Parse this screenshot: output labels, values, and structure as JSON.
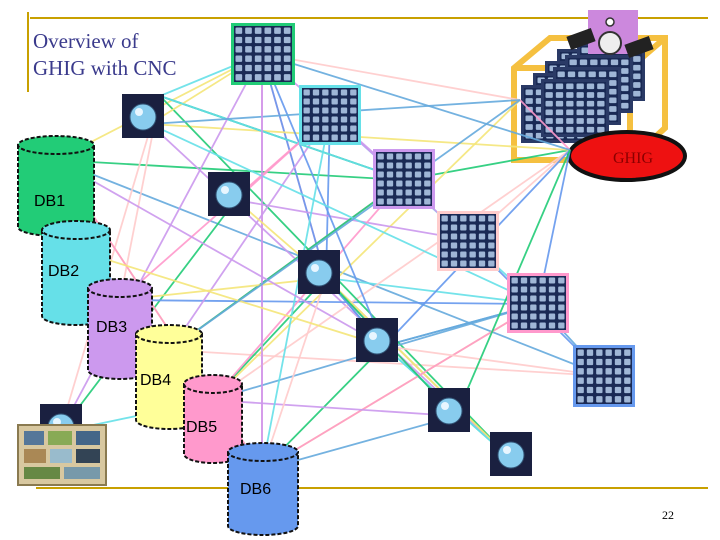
{
  "title_line1": "Overview of",
  "title_line2": "GHIG with CNC",
  "page_number": "22",
  "ghig_label": "GHIG",
  "databases": [
    {
      "label": "DB1",
      "color": "#22cc77"
    },
    {
      "label": "DB2",
      "color": "#66e0e8"
    },
    {
      "label": "DB3",
      "color": "#cc99ee"
    },
    {
      "label": "DB4",
      "color": "#ffff99"
    },
    {
      "label": "DB5",
      "color": "#ff99cc"
    },
    {
      "label": "DB6",
      "color": "#6699ee"
    }
  ],
  "colors": {
    "accent_line": "#c8a000",
    "ghig_box": "#f5c040",
    "ghig_ellipse": "#ee1111",
    "sphere": "#88ccee",
    "grid_bg": "#1a2a55"
  },
  "icons": {
    "satellite": "satellite-icon",
    "sphere_node": "sphere-node-icon",
    "grid_node": "grid-cluster-icon",
    "photo_collage": "photo-collage-icon"
  }
}
